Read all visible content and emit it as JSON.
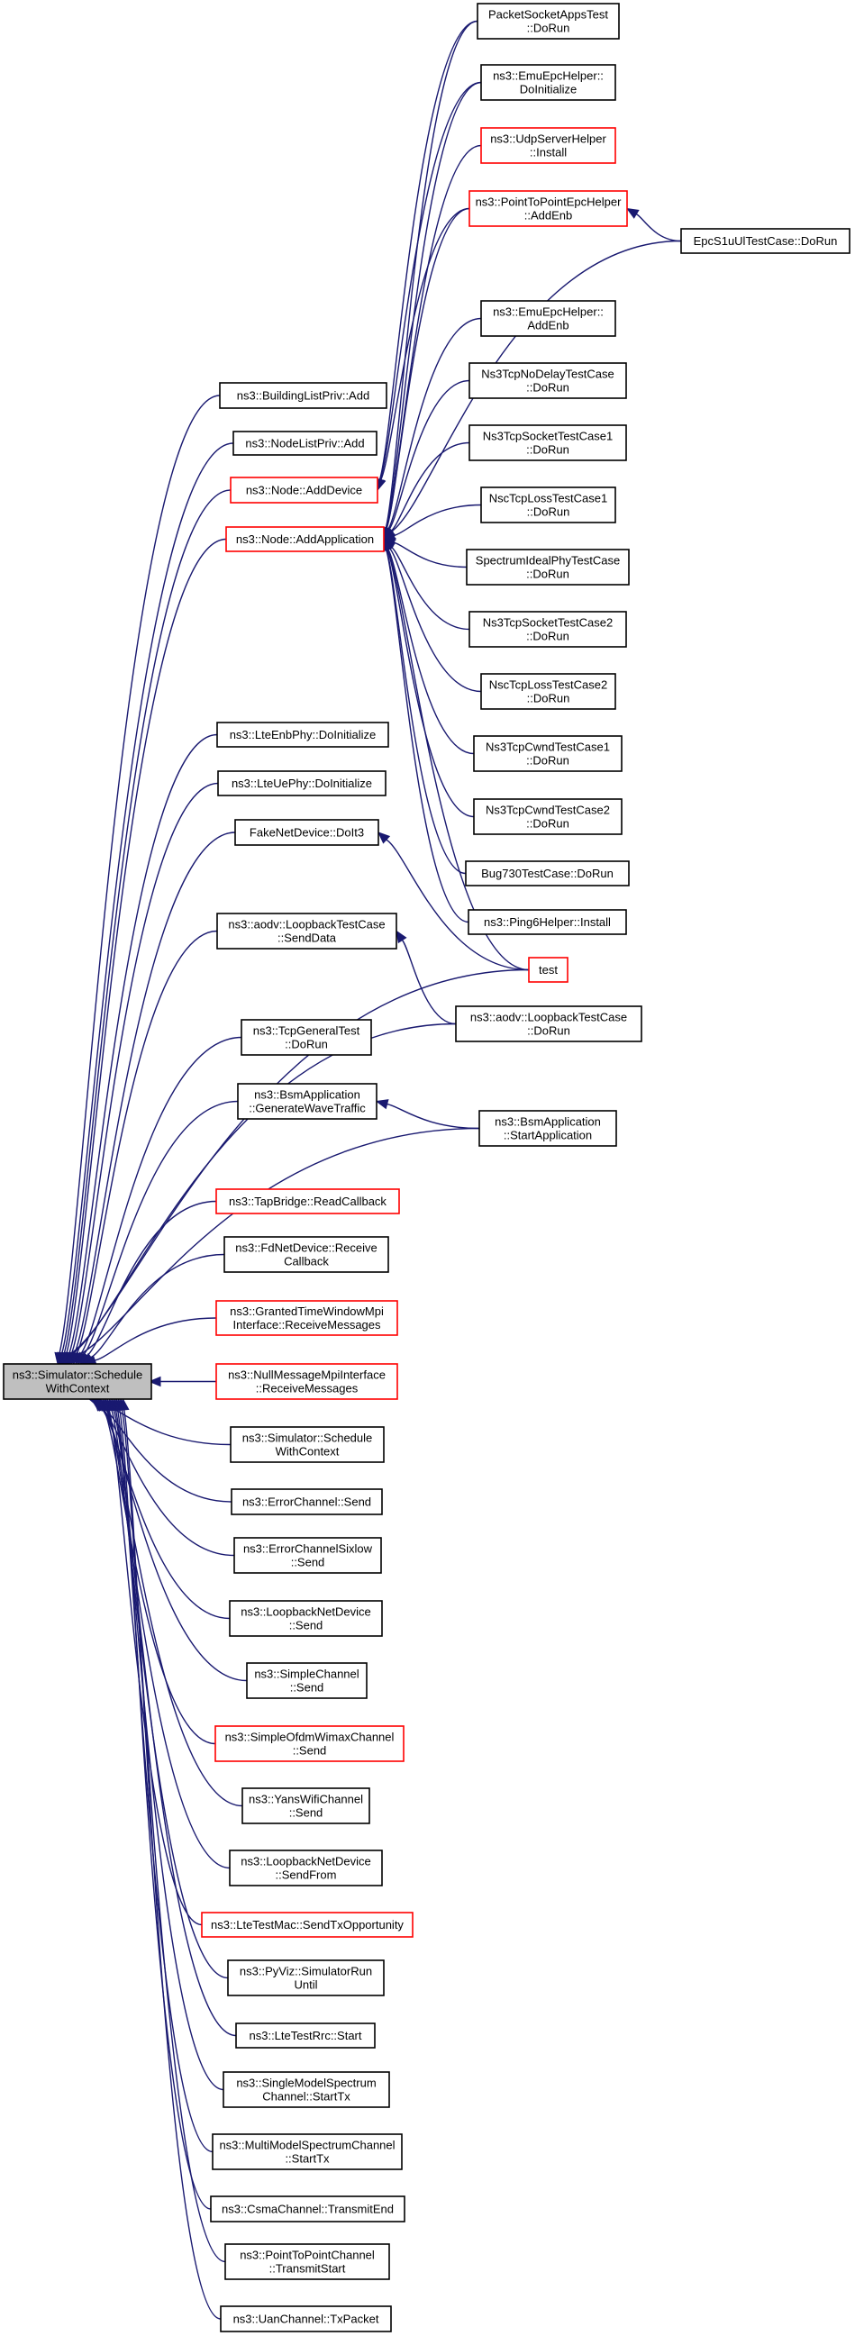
{
  "graph": {
    "title": "",
    "colors": {
      "edge": "#191970",
      "node_border": "#000000",
      "highlight_border": "#ff0000",
      "root_fill": "#bfbfbf"
    },
    "nodes": [
      {
        "id": "root",
        "lines": [
          "ns3::Simulator::Schedule",
          "WithContext"
        ],
        "root": true
      },
      {
        "id": "n_buildinglist",
        "lines": [
          "ns3::BuildingListPriv::Add"
        ]
      },
      {
        "id": "n_nodelist",
        "lines": [
          "ns3::NodeListPriv::Add"
        ]
      },
      {
        "id": "n_adddevice",
        "lines": [
          "ns3::Node::AddDevice"
        ],
        "red": true
      },
      {
        "id": "n_addapp",
        "lines": [
          "ns3::Node::AddApplication"
        ],
        "red": true
      },
      {
        "id": "n_lteenbphy",
        "lines": [
          "ns3::LteEnbPhy::DoInitialize"
        ]
      },
      {
        "id": "n_lteuephy",
        "lines": [
          "ns3::LteUePhy::DoInitialize"
        ]
      },
      {
        "id": "n_fakenet",
        "lines": [
          "FakeNetDevice::DoIt3"
        ]
      },
      {
        "id": "n_aodvsend",
        "lines": [
          "ns3::aodv::LoopbackTestCase",
          "::SendData"
        ]
      },
      {
        "id": "n_tcpgen",
        "lines": [
          "ns3::TcpGeneralTest",
          "::DoRun"
        ]
      },
      {
        "id": "n_bsmgen",
        "lines": [
          "ns3::BsmApplication",
          "::GenerateWaveTraffic"
        ]
      },
      {
        "id": "n_tapbridge",
        "lines": [
          "ns3::TapBridge::ReadCallback"
        ],
        "red": true
      },
      {
        "id": "n_fdnet",
        "lines": [
          "ns3::FdNetDevice::Receive",
          "Callback"
        ]
      },
      {
        "id": "n_granted",
        "lines": [
          "ns3::GrantedTimeWindowMpi",
          "Interface::ReceiveMessages"
        ],
        "red": true
      },
      {
        "id": "n_nullmsg",
        "lines": [
          "ns3::NullMessageMpiInterface",
          "::ReceiveMessages"
        ],
        "red": true
      },
      {
        "id": "n_simsched",
        "lines": [
          "ns3::Simulator::Schedule",
          "WithContext"
        ]
      },
      {
        "id": "n_errch",
        "lines": [
          "ns3::ErrorChannel::Send"
        ]
      },
      {
        "id": "n_errch6",
        "lines": [
          "ns3::ErrorChannelSixlow",
          "::Send"
        ]
      },
      {
        "id": "n_loopsend",
        "lines": [
          "ns3::LoopbackNetDevice",
          "::Send"
        ]
      },
      {
        "id": "n_simplech",
        "lines": [
          "ns3::SimpleChannel",
          "::Send"
        ]
      },
      {
        "id": "n_ofdm",
        "lines": [
          "ns3::SimpleOfdmWimaxChannel",
          "::Send"
        ],
        "red": true
      },
      {
        "id": "n_yans",
        "lines": [
          "ns3::YansWifiChannel",
          "::Send"
        ]
      },
      {
        "id": "n_loopfrom",
        "lines": [
          "ns3::LoopbackNetDevice",
          "::SendFrom"
        ]
      },
      {
        "id": "n_ltetestmac",
        "lines": [
          "ns3::LteTestMac::SendTxOpportunity"
        ],
        "red": true
      },
      {
        "id": "n_pyviz",
        "lines": [
          "ns3::PyViz::SimulatorRun",
          "Until"
        ]
      },
      {
        "id": "n_ltetestrrc",
        "lines": [
          "ns3::LteTestRrc::Start"
        ]
      },
      {
        "id": "n_singlespec",
        "lines": [
          "ns3::SingleModelSpectrum",
          "Channel::StartTx"
        ]
      },
      {
        "id": "n_multispec",
        "lines": [
          "ns3::MultiModelSpectrumChannel",
          "::StartTx"
        ]
      },
      {
        "id": "n_csma",
        "lines": [
          "ns3::CsmaChannel::TransmitEnd"
        ]
      },
      {
        "id": "n_p2p",
        "lines": [
          "ns3::PointToPointChannel",
          "::TransmitStart"
        ]
      },
      {
        "id": "n_uan",
        "lines": [
          "ns3::UanChannel::TxPacket"
        ]
      },
      {
        "id": "n_packetsocket",
        "lines": [
          "PacketSocketAppsTest",
          "::DoRun"
        ]
      },
      {
        "id": "n_emuinit",
        "lines": [
          "ns3::EmuEpcHelper::",
          "DoInitialize"
        ]
      },
      {
        "id": "n_udpserver",
        "lines": [
          "ns3::UdpServerHelper",
          "::Install"
        ],
        "red": true
      },
      {
        "id": "n_p2pepc",
        "lines": [
          "ns3::PointToPointEpcHelper",
          "::AddEnb"
        ],
        "red": true
      },
      {
        "id": "n_epcs1u",
        "lines": [
          "EpcS1uUlTestCase::DoRun"
        ]
      },
      {
        "id": "n_emuaddenb",
        "lines": [
          "ns3::EmuEpcHelper::",
          "AddEnb"
        ]
      },
      {
        "id": "n_nodelay",
        "lines": [
          "Ns3TcpNoDelayTestCase",
          "::DoRun"
        ]
      },
      {
        "id": "n_sock1",
        "lines": [
          "Ns3TcpSocketTestCase1",
          "::DoRun"
        ]
      },
      {
        "id": "n_nscloss1",
        "lines": [
          "NscTcpLossTestCase1",
          "::DoRun"
        ]
      },
      {
        "id": "n_specideal",
        "lines": [
          "SpectrumIdealPhyTestCase",
          "::DoRun"
        ]
      },
      {
        "id": "n_sock2",
        "lines": [
          "Ns3TcpSocketTestCase2",
          "::DoRun"
        ]
      },
      {
        "id": "n_nscloss2",
        "lines": [
          "NscTcpLossTestCase2",
          "::DoRun"
        ]
      },
      {
        "id": "n_cwnd1",
        "lines": [
          "Ns3TcpCwndTestCase1",
          "::DoRun"
        ]
      },
      {
        "id": "n_cwnd2",
        "lines": [
          "Ns3TcpCwndTestCase2",
          "::DoRun"
        ]
      },
      {
        "id": "n_bug730",
        "lines": [
          "Bug730TestCase::DoRun"
        ]
      },
      {
        "id": "n_ping6",
        "lines": [
          "ns3::Ping6Helper::Install"
        ]
      },
      {
        "id": "n_test",
        "lines": [
          "test"
        ],
        "red": true
      },
      {
        "id": "n_aodvrun",
        "lines": [
          "ns3::aodv::LoopbackTestCase",
          "::DoRun"
        ]
      },
      {
        "id": "n_bsmstart",
        "lines": [
          "ns3::BsmApplication",
          "::StartApplication"
        ]
      }
    ],
    "edges": [
      [
        "n_buildinglist",
        "root"
      ],
      [
        "n_nodelist",
        "root"
      ],
      [
        "n_adddevice",
        "root"
      ],
      [
        "n_addapp",
        "root"
      ],
      [
        "n_lteenbphy",
        "root"
      ],
      [
        "n_lteuephy",
        "root"
      ],
      [
        "n_fakenet",
        "root"
      ],
      [
        "n_aodvsend",
        "root"
      ],
      [
        "n_tcpgen",
        "root"
      ],
      [
        "n_bsmgen",
        "root"
      ],
      [
        "n_tapbridge",
        "root"
      ],
      [
        "n_fdnet",
        "root"
      ],
      [
        "n_granted",
        "root"
      ],
      [
        "n_nullmsg",
        "root"
      ],
      [
        "n_simsched",
        "root"
      ],
      [
        "n_errch",
        "root"
      ],
      [
        "n_errch6",
        "root"
      ],
      [
        "n_loopsend",
        "root"
      ],
      [
        "n_simplech",
        "root"
      ],
      [
        "n_ofdm",
        "root"
      ],
      [
        "n_yans",
        "root"
      ],
      [
        "n_loopfrom",
        "root"
      ],
      [
        "n_ltetestmac",
        "root"
      ],
      [
        "n_pyviz",
        "root"
      ],
      [
        "n_ltetestrrc",
        "root"
      ],
      [
        "n_singlespec",
        "root"
      ],
      [
        "n_multispec",
        "root"
      ],
      [
        "n_csma",
        "root"
      ],
      [
        "n_p2p",
        "root"
      ],
      [
        "n_uan",
        "root"
      ],
      [
        "n_test",
        "root"
      ],
      [
        "n_aodvrun",
        "root"
      ],
      [
        "n_bsmstart",
        "root"
      ],
      [
        "n_packetsocket",
        "n_adddevice"
      ],
      [
        "n_emuinit",
        "n_adddevice"
      ],
      [
        "n_p2pepc",
        "n_adddevice"
      ],
      [
        "n_packetsocket",
        "n_addapp"
      ],
      [
        "n_emuinit",
        "n_addapp"
      ],
      [
        "n_udpserver",
        "n_addapp"
      ],
      [
        "n_p2pepc",
        "n_addapp"
      ],
      [
        "n_epcs1u",
        "n_addapp"
      ],
      [
        "n_emuaddenb",
        "n_addapp"
      ],
      [
        "n_nodelay",
        "n_addapp"
      ],
      [
        "n_sock1",
        "n_addapp"
      ],
      [
        "n_nscloss1",
        "n_addapp"
      ],
      [
        "n_specideal",
        "n_addapp"
      ],
      [
        "n_sock2",
        "n_addapp"
      ],
      [
        "n_nscloss2",
        "n_addapp"
      ],
      [
        "n_cwnd1",
        "n_addapp"
      ],
      [
        "n_cwnd2",
        "n_addapp"
      ],
      [
        "n_bug730",
        "n_addapp"
      ],
      [
        "n_ping6",
        "n_addapp"
      ],
      [
        "n_test",
        "n_addapp"
      ],
      [
        "n_epcs1u",
        "n_p2pepc"
      ],
      [
        "n_test",
        "n_fakenet"
      ],
      [
        "n_aodvrun",
        "n_aodvsend"
      ],
      [
        "n_bsmstart",
        "n_bsmgen"
      ]
    ]
  }
}
